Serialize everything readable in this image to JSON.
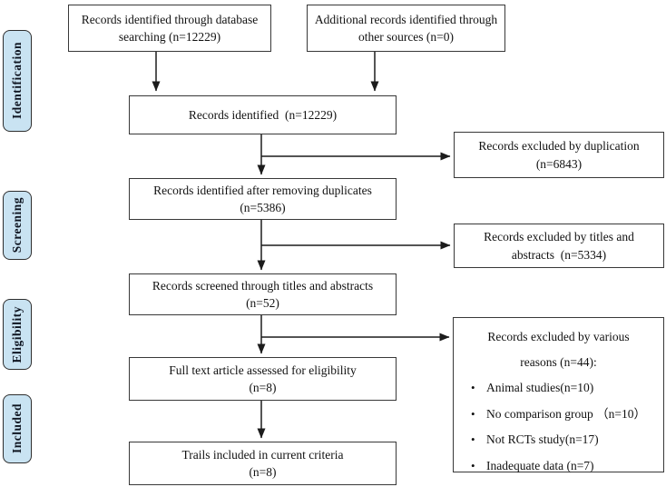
{
  "stages": {
    "identification": "Identification",
    "screening": "Screening",
    "eligibility": "Eligibility",
    "included": "Included"
  },
  "flow": {
    "db_search": {
      "line1": "Records identified through database",
      "line2": "searching (n=12229)"
    },
    "other_sources": {
      "line1": "Additional records identified through",
      "line2": "other sources (n=0)"
    },
    "identified": {
      "line1": "Records identified  (n=12229)"
    },
    "dedup": {
      "line1": "Records identified after removing duplicates",
      "line2": "(n=5386)"
    },
    "screened": {
      "line1": "Records screened through titles and abstracts",
      "line2": "(n=52)"
    },
    "fulltext": {
      "line1": "Full text article assessed for eligibility",
      "line2": "(n=8)"
    },
    "trials": {
      "line1": "Trails included in current criteria",
      "line2": "(n=8)"
    }
  },
  "excluded": {
    "duplication": {
      "line1": "Records excluded by duplication",
      "line2": "(n=6843)"
    },
    "titles_abstracts": {
      "line1": "Records excluded by titles and",
      "line2": "abstracts  (n=5334)"
    },
    "various": {
      "title_line1": "Records excluded by various",
      "title_line2": "reasons (n=44):",
      "bullets": [
        "Animal studies(n=10)",
        "No comparison group （n=10）",
        "Not RCTs study(n=17)",
        "Inadequate data (n=7)"
      ]
    }
  },
  "colors": {
    "stage_fill": "#c9e3f2",
    "stage_border": "#2e2e2e",
    "box_border": "#383838",
    "line": "#1c1c1c"
  }
}
